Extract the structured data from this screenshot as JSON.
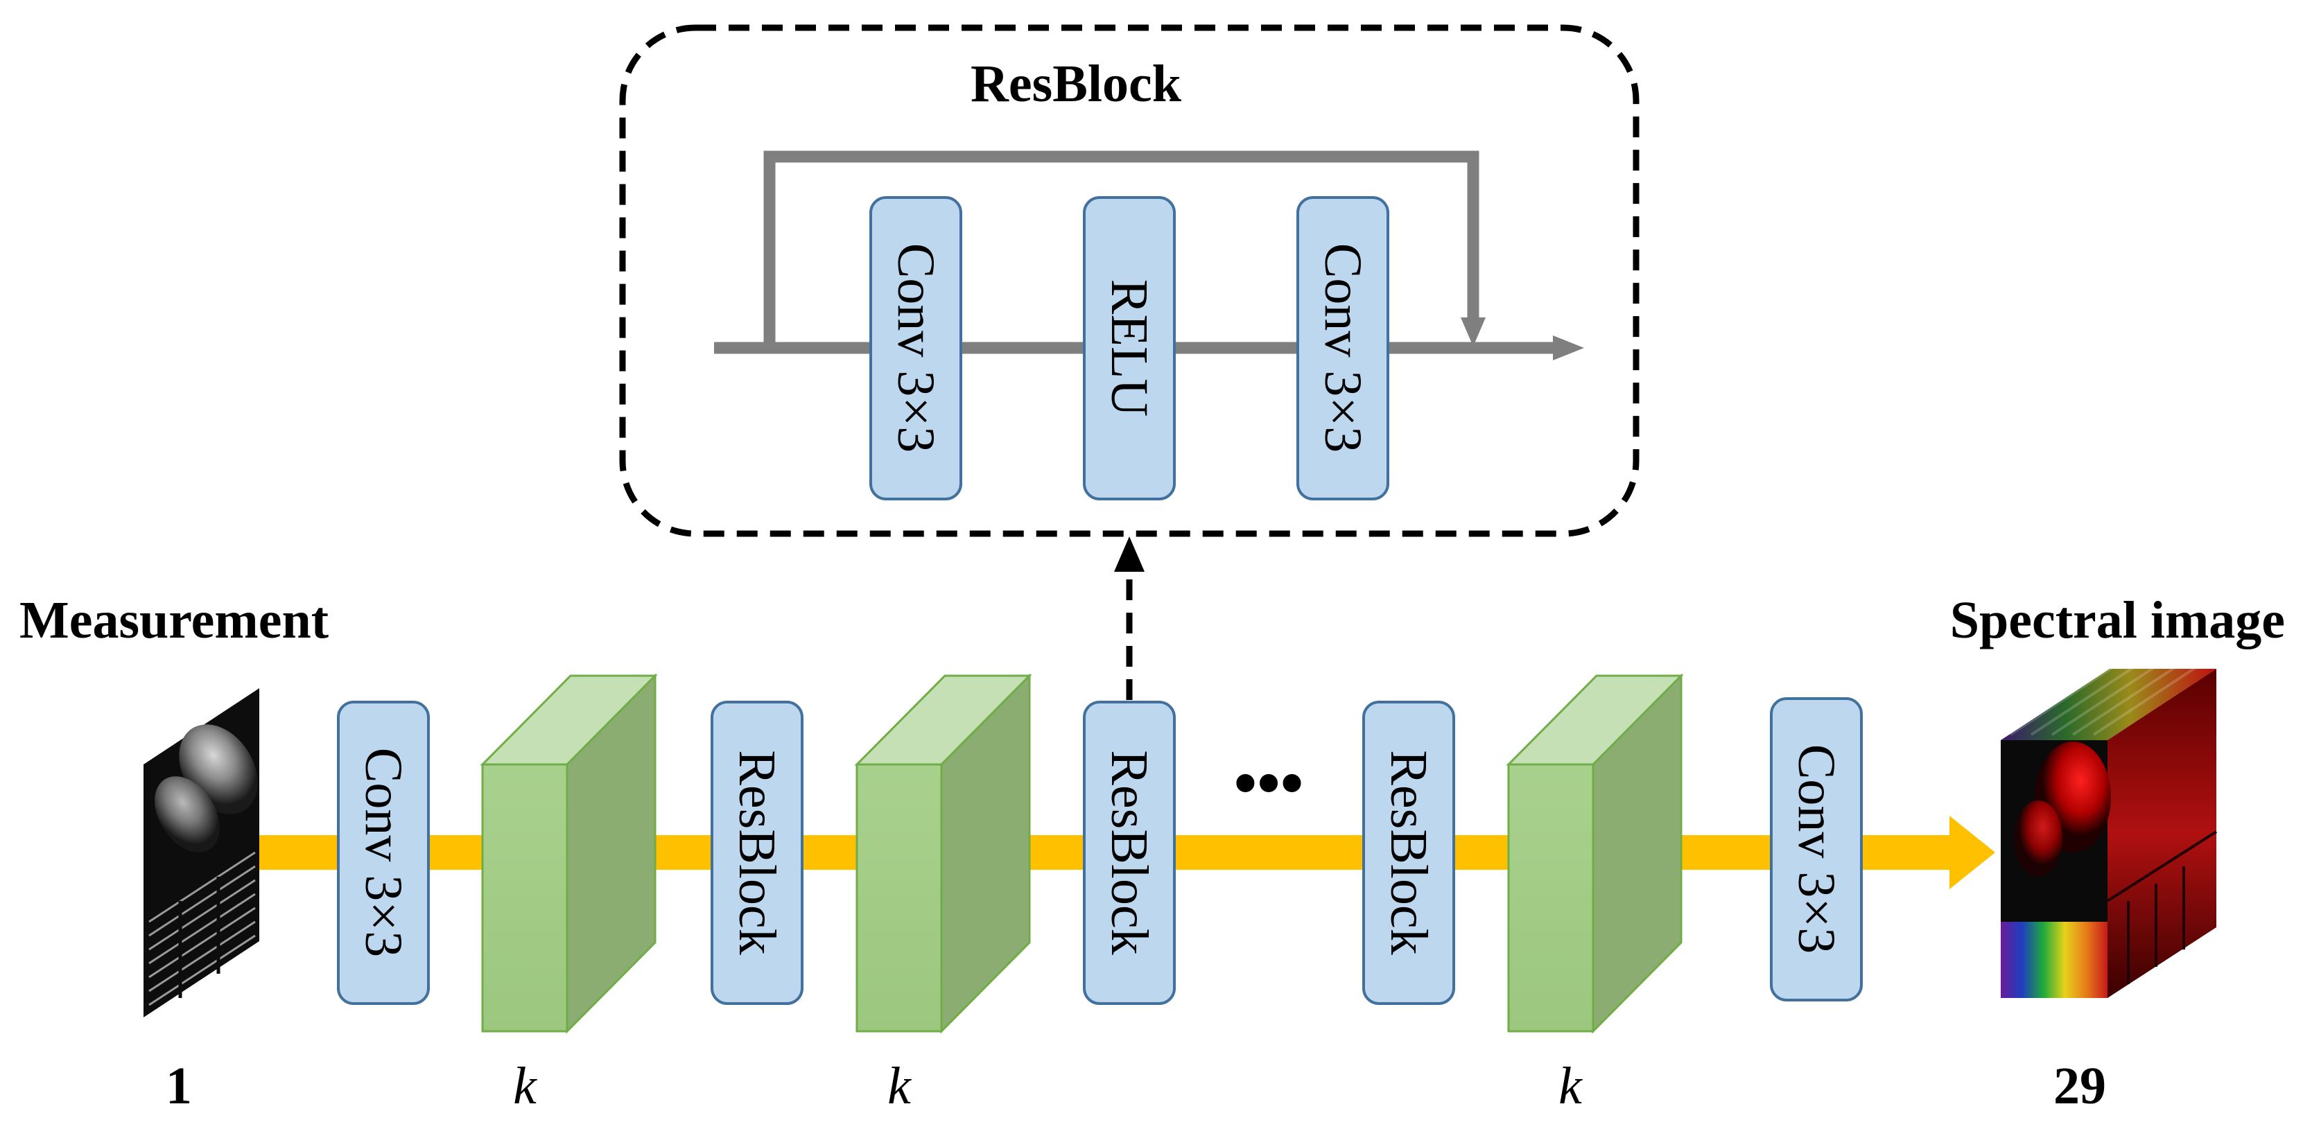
{
  "resblock_detail": {
    "title": "ResBlock",
    "layers": [
      "Conv 3×3",
      "RELU",
      "Conv 3×3"
    ]
  },
  "pipeline": {
    "input_label": "Measurement",
    "output_label": "Spectral image",
    "input_channels": "1",
    "output_channels": "29",
    "feature_channels": [
      "k",
      "k",
      "k"
    ],
    "blocks": [
      "Conv 3×3",
      "ResBlock",
      "ResBlock",
      "ResBlock",
      "Conv 3×3"
    ],
    "ellipsis": "•••"
  },
  "colors": {
    "layer_fill": "#bdd7ee",
    "layer_stroke": "#41719c",
    "main_arrow": "#ffc000",
    "skip_line": "#7f7f7f",
    "feature_front": "#a9d18e",
    "feature_side": "#8cad72",
    "feature_top": "#c5e0b4"
  }
}
